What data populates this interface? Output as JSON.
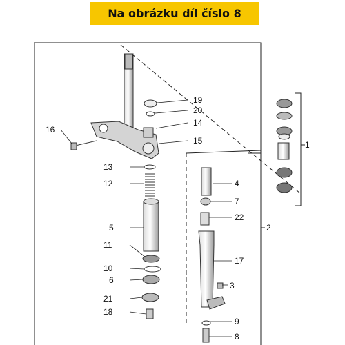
{
  "banner": {
    "text": "Na obrázku díl číslo 8",
    "color": "#f7c600"
  },
  "callouts": {
    "c1": "1",
    "c2": "2",
    "c3": "3",
    "c4": "4",
    "c5": "5",
    "c6": "6",
    "c7": "7",
    "c8": "8",
    "c9": "9",
    "c10": "10",
    "c11": "11",
    "c12": "12",
    "c13": "13",
    "c14": "14",
    "c15": "15",
    "c16": "16",
    "c17": "17",
    "c18": "18",
    "c19": "19",
    "c20": "20",
    "c21": "21",
    "c22": "22"
  }
}
